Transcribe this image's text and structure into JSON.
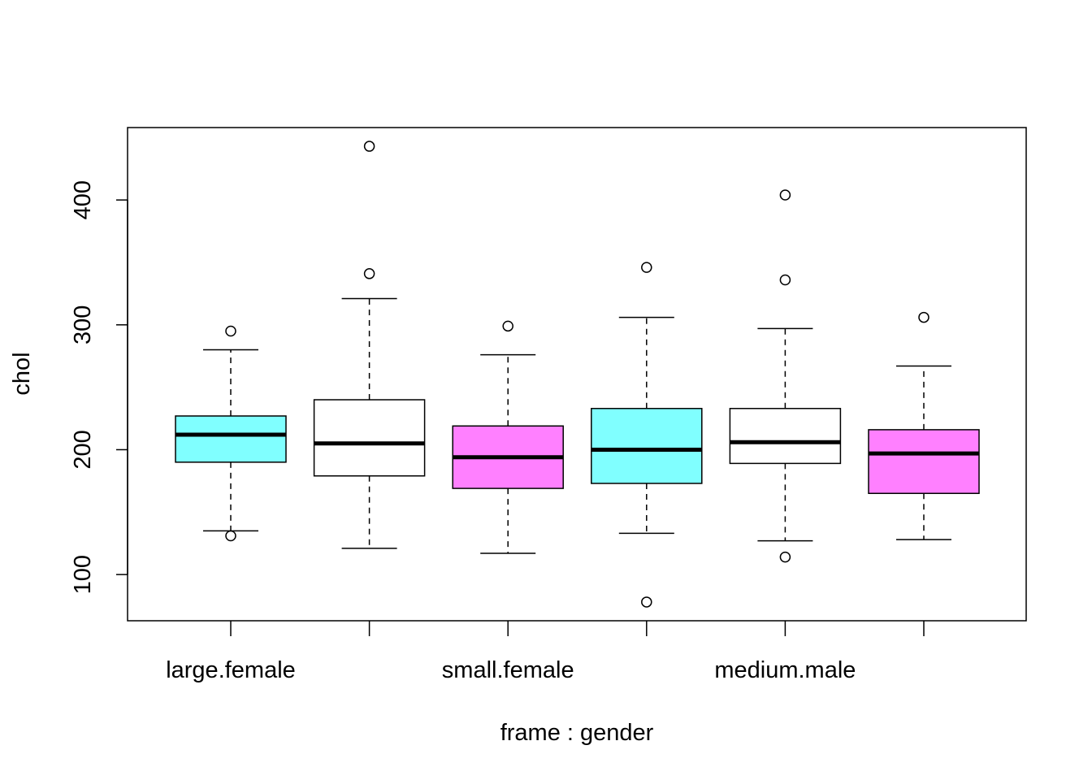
{
  "chart_data": {
    "type": "boxplot",
    "xlabel": "frame : gender",
    "ylabel": "chol",
    "ylim": [
      63,
      458
    ],
    "yticks": [
      100,
      200,
      300,
      400
    ],
    "categories": [
      "large.female",
      "",
      "small.female",
      "",
      "medium.male",
      ""
    ],
    "boxes": [
      {
        "fill": "#80FFFF",
        "whisker_low": 135,
        "q1": 190,
        "median": 212,
        "q3": 227,
        "whisker_high": 280,
        "outliers": [
          131,
          295
        ]
      },
      {
        "fill": "#FFFFFF",
        "whisker_low": 121,
        "q1": 179,
        "median": 205,
        "q3": 240,
        "whisker_high": 321,
        "outliers": [
          341,
          443
        ]
      },
      {
        "fill": "#FF80FF",
        "whisker_low": 117,
        "q1": 169,
        "median": 194,
        "q3": 219,
        "whisker_high": 276,
        "outliers": [
          299
        ]
      },
      {
        "fill": "#80FFFF",
        "whisker_low": 133,
        "q1": 173,
        "median": 200,
        "q3": 233,
        "whisker_high": 306,
        "outliers": [
          346,
          78
        ]
      },
      {
        "fill": "#FFFFFF",
        "whisker_low": 127,
        "q1": 189,
        "median": 206,
        "q3": 233,
        "whisker_high": 297,
        "outliers": [
          336,
          404,
          114
        ]
      },
      {
        "fill": "#FF80FF",
        "whisker_low": 128,
        "q1": 165,
        "median": 197,
        "q3": 216,
        "whisker_high": 267,
        "outliers": [
          306
        ]
      }
    ]
  }
}
